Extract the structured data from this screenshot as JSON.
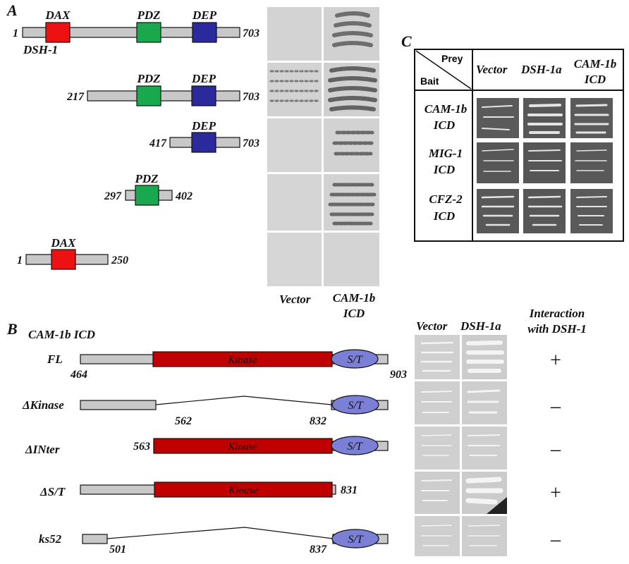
{
  "panel_letters": {
    "a": "A",
    "b": "B",
    "c": "C"
  },
  "colors": {
    "dax": "#ee1111",
    "pdz": "#1aa84f",
    "dep": "#2a2a9c",
    "kinase": "#c00000",
    "st": "#7b7fd6",
    "bar": "#c8c8c8"
  },
  "panel_a": {
    "protein_name": "DSH-1",
    "domains": {
      "dax": "DAX",
      "pdz": "PDZ",
      "dep": "DEP"
    },
    "constructs": [
      {
        "start": "1",
        "end": "703"
      },
      {
        "start": "217",
        "end": "703"
      },
      {
        "start": "417",
        "end": "703"
      },
      {
        "start": "297",
        "end": "402"
      },
      {
        "start": "1",
        "end": "250"
      }
    ],
    "columns": {
      "vector": "Vector",
      "cam1b_line1": "CAM-1b",
      "cam1b_line2": "ICD"
    }
  },
  "panel_b": {
    "title": "CAM-1b ICD",
    "header": {
      "vector": "Vector",
      "dsh": "DSH-1a",
      "interaction_line1": "Interaction",
      "interaction_line2": "with DSH-1"
    },
    "kinase_label": "Kinase",
    "st_label": "S/T",
    "constructs": [
      {
        "name": "FL",
        "n1": "464",
        "n2": "903",
        "result": "+"
      },
      {
        "name": "ΔKinase",
        "n1": "562",
        "n2": "832",
        "result": "–"
      },
      {
        "name": "ΔINter",
        "n1": "563",
        "result": "–"
      },
      {
        "name": "ΔS/T",
        "n2": "831",
        "result": "+"
      },
      {
        "name": "ks52",
        "n1": "501",
        "n2": "837",
        "result": "–"
      }
    ]
  },
  "panel_c": {
    "prey": "Prey",
    "bait": "Bait",
    "columns": {
      "vector": "Vector",
      "dsh": "DSH-1a",
      "cam_line1": "CAM-1b",
      "cam_line2": "ICD"
    },
    "rows": [
      {
        "line1": "CAM-1b",
        "line2": "ICD"
      },
      {
        "line1": "MIG-1",
        "line2": "ICD"
      },
      {
        "line1": "CFZ-2",
        "line2": "ICD"
      }
    ]
  }
}
